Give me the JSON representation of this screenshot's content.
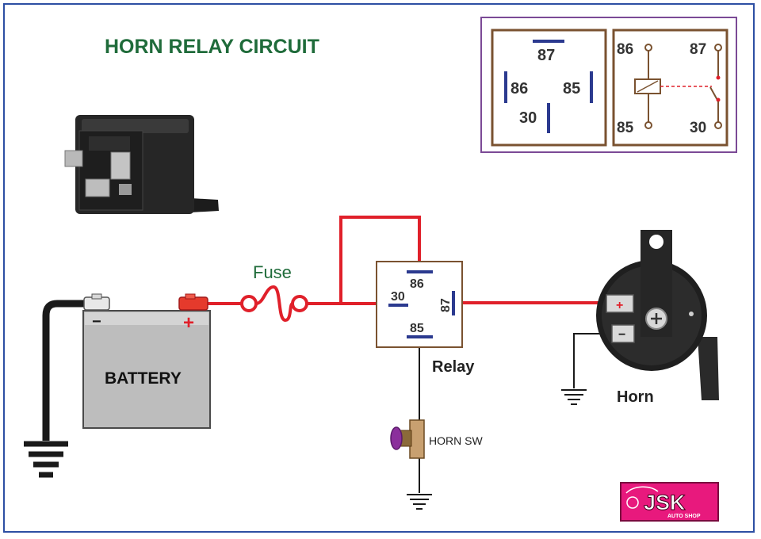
{
  "title": "HORN RELAY CIRCUIT",
  "fuse": {
    "label": "Fuse"
  },
  "battery": {
    "label": "BATTERY",
    "minus": "−",
    "plus": "+"
  },
  "relay": {
    "label": "Relay",
    "pins": {
      "top": "86",
      "left": "30",
      "right": "87",
      "bottom": "85"
    }
  },
  "switch": {
    "label": "HORN SW"
  },
  "horn": {
    "label": "Horn",
    "plus": "+",
    "minus": "−"
  },
  "pinout": {
    "layout": {
      "top": "87",
      "left": "86",
      "right": "85",
      "bottom": "30"
    },
    "schematic": {
      "top_left": "86",
      "top_right": "87",
      "bottom_left": "85",
      "bottom_right": "30"
    }
  },
  "logo": {
    "main": "JSK",
    "sub": "AUTO SHOP"
  },
  "colors": {
    "title": "#1f6b3a",
    "wire_power": "#e0202a",
    "wire_ground": "#1a1a1a",
    "pin_bar": "#2b3a8f",
    "relay_border": "#7a5230",
    "frame": "#2d4fa3",
    "pinout_border": "#7b4a96",
    "logo_bg": "#e8197d"
  }
}
